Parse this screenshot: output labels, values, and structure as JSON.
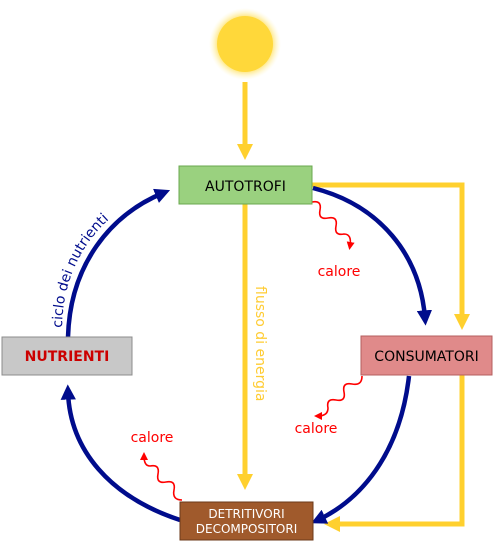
{
  "nodes": {
    "autotrofi": {
      "label": "AUTOTROFI",
      "fill": "#9ad17f",
      "stroke": "#6aa84f",
      "text_color": "#000000"
    },
    "consumatori": {
      "label": "CONSUMATORI",
      "fill": "#e08a8a",
      "stroke": "#b45f5f",
      "text_color": "#000000"
    },
    "nutrienti": {
      "label": "NUTRIENTI",
      "fill": "#c8c8c8",
      "stroke": "#8c8c8c",
      "text_color": "#cc0000"
    },
    "detritivori": {
      "line1": "DETRITIVORI",
      "line2": "DECOMPOSITORI",
      "fill": "#a05a2c",
      "stroke": "#6b3a1a",
      "text_color": "#ffffff"
    }
  },
  "labels": {
    "nutrient_cycle": "ciclo dei nutrienti",
    "energy_flow": "flusso di energia",
    "heat": "calore"
  },
  "colors": {
    "sun_core": "#ffd83a",
    "sun_glow": "#fff2b0",
    "energy": "#ffd02e",
    "nutrient_cycle": "#000c8c",
    "heat": "#ff0000"
  }
}
